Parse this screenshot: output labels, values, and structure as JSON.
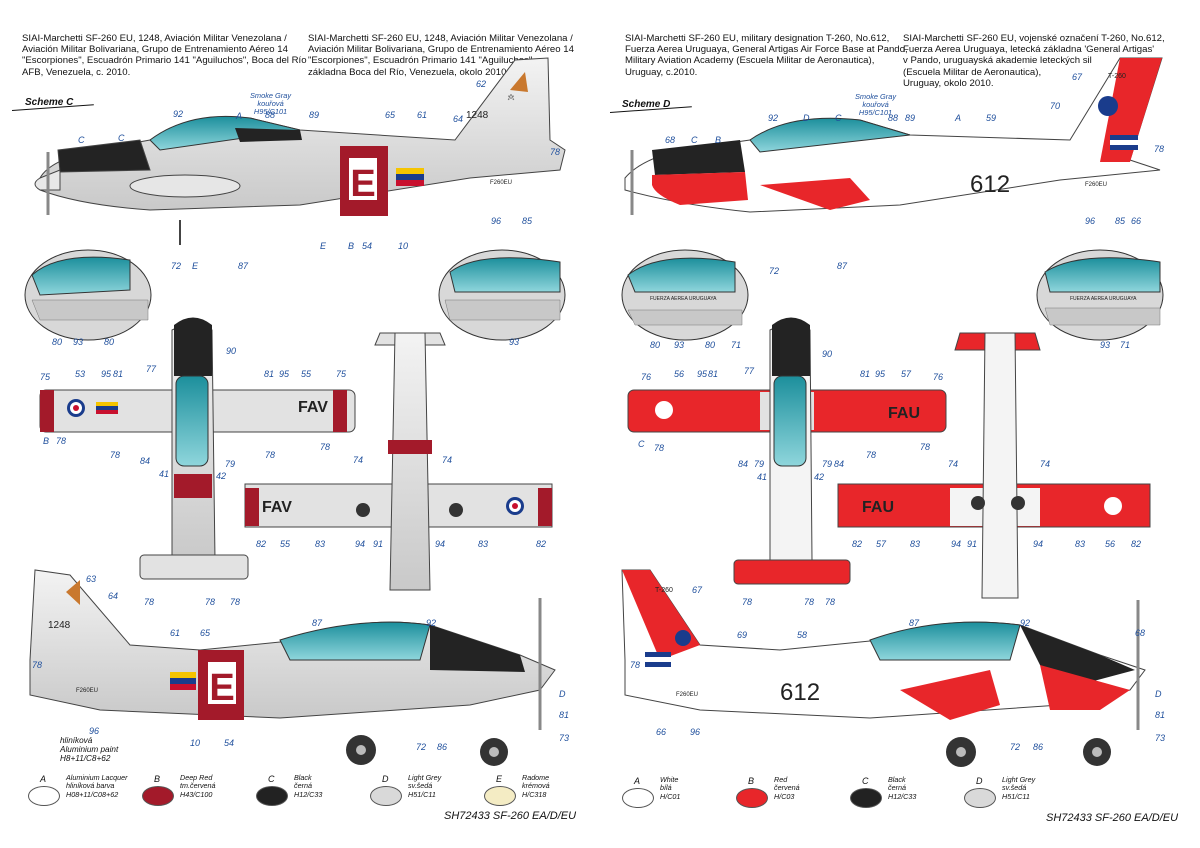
{
  "left": {
    "desc_en": [
      "SIAI-Marchetti SF-260 EU, 1248, Aviación Militar Venezolana /",
      "Aviación Militar Bolivariana, Grupo de Entrenamiento Aéreo 14",
      "\"Escorpiones\", Escuadrón Primario 141 \"Aguiluchos\", Boca del Río",
      "AFB, Venezuela, c. 2010."
    ],
    "desc_cz": [
      "SIAI-Marchetti SF-260 EU, 1248, Aviación Militar Venezolana /",
      "Aviación Militar Bolivariana, Grupo de Entrenamiento Aéreo 14",
      "\"Escorpiones\", Escuadrón Primario 141 \"Aguiluchos\",",
      "základna Boca del Río, Venezuela, okolo 2010."
    ],
    "scheme_label": "Scheme C",
    "smoke_gray": [
      "Smoke Gray",
      "kouřová",
      "H95/C101"
    ],
    "serial": "1248",
    "code_letter": "E",
    "tail_type": "F260EU",
    "wing_code": "FAV",
    "aluminium_note": [
      "hliníková",
      "Aluminium paint",
      "H8+11/C8+62"
    ],
    "legend": [
      {
        "letter": "A",
        "lines": [
          "Aluminium Lacquer",
          "hliníková barva",
          "H08+11/C08+62"
        ],
        "color": "#ffffff"
      },
      {
        "letter": "B",
        "lines": [
          "Deep Red",
          "tm.červená",
          "H43/C100"
        ],
        "color": "#a31a2a"
      },
      {
        "letter": "C",
        "lines": [
          "Black",
          "černá",
          "H12/C33"
        ],
        "color": "#222222"
      },
      {
        "letter": "D",
        "lines": [
          "Light Grey",
          "sv.šedá",
          "H51/C11"
        ],
        "color": "#d9d9d9"
      },
      {
        "letter": "E",
        "lines": [
          "Radome",
          "krémová",
          "H/C318"
        ],
        "color": "#f4ecc4"
      }
    ],
    "footer": "SH72433 SF-260 EA/D/EU"
  },
  "right": {
    "desc_en": [
      "SIAI-Marchetti SF-260 EU, military designation T-260, No.612,",
      "Fuerza Aerea Uruguaya, General Artigas Air Force Base at Pando,",
      "Military Aviation Academy (Escuela Militar de Aeronautica),",
      "Uruguay, c.2010."
    ],
    "desc_cz": [
      "SIAI-Marchetti SF-260 EU, vojenské označení T-260, No.612,",
      "Fuerza Aerea Uruguaya, letecká základna 'General Artigas'",
      "v Pando, uruguayská akademie leteckých sil",
      "(Escuela Militar de Aeronautica),",
      "Uruguay, okolo 2010."
    ],
    "scheme_label": "Scheme D",
    "smoke_gray": [
      "Smoke Gray",
      "kouřová",
      "H95/C101"
    ],
    "serial": "612",
    "tail_code": "T-260",
    "tail_type": "F260EU",
    "wing_code": "FAU",
    "stencil": "FUERZA AEREA URUGUAYA",
    "legend": [
      {
        "letter": "A",
        "lines": [
          "White",
          "bílá",
          "H/C01"
        ],
        "color": "#ffffff"
      },
      {
        "letter": "B",
        "lines": [
          "Red",
          "červená",
          "H/C03"
        ],
        "color": "#e8262a"
      },
      {
        "letter": "C",
        "lines": [
          "Black",
          "černá",
          "H12/C33"
        ],
        "color": "#222222"
      },
      {
        "letter": "D",
        "lines": [
          "Light Grey",
          "sv.šedá",
          "H51/C11"
        ],
        "color": "#d9d9d9"
      }
    ],
    "footer": "SH72433 SF-260 EA/D/EU"
  },
  "callouts_left": [
    "92",
    "C",
    "A",
    "C",
    "88",
    "89",
    "65",
    "61",
    "62",
    "64",
    "78",
    "96",
    "85",
    "72",
    "E",
    "87",
    "E",
    "B",
    "54",
    "10",
    "80",
    "93",
    "80",
    "93",
    "90",
    "75",
    "53",
    "95",
    "81",
    "81",
    "95",
    "55",
    "75",
    "B",
    "78",
    "78",
    "84",
    "41",
    "79",
    "42",
    "78",
    "78",
    "77",
    "74",
    "74",
    "82",
    "55",
    "83",
    "94",
    "91",
    "94",
    "83",
    "82",
    "78",
    "78",
    "78",
    "63",
    "64",
    "78",
    "61",
    "65",
    "87",
    "92",
    "D",
    "81",
    "73",
    "96",
    "10",
    "54",
    "72",
    "86"
  ],
  "callouts_right": [
    "92",
    "D",
    "C",
    "88",
    "89",
    "A",
    "59",
    "67",
    "70",
    "78",
    "68",
    "C",
    "B",
    "96",
    "85",
    "66",
    "72",
    "87",
    "80",
    "93",
    "80",
    "71",
    "93",
    "71",
    "90",
    "76",
    "56",
    "95",
    "81",
    "81",
    "95",
    "57",
    "76",
    "77",
    "C",
    "78",
    "84",
    "79",
    "41",
    "79",
    "84",
    "42",
    "78",
    "78",
    "74",
    "74",
    "82",
    "57",
    "83",
    "94",
    "91",
    "94",
    "83",
    "56",
    "82",
    "78",
    "78",
    "78",
    "67",
    "69",
    "58",
    "87",
    "92",
    "68",
    "78",
    "D",
    "81",
    "73",
    "66",
    "96",
    "72",
    "86"
  ]
}
